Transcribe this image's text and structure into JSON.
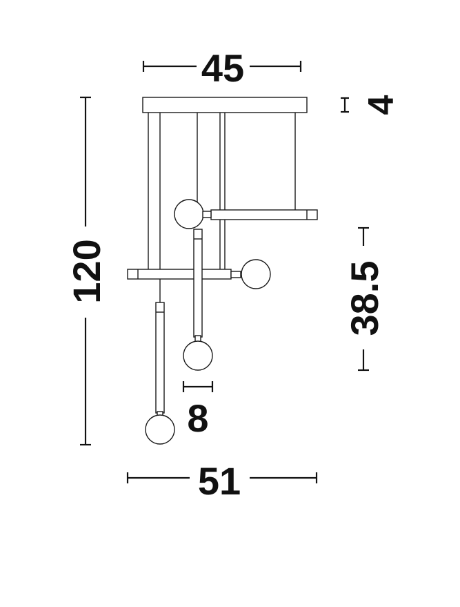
{
  "dimensions": {
    "width_top": "45",
    "canopy_height": "4",
    "total_height": "120",
    "section_height": "38.5",
    "globe_diameter": "8",
    "width_bottom": "51"
  },
  "colors": {
    "ink": "#111111",
    "background": "#ffffff"
  }
}
